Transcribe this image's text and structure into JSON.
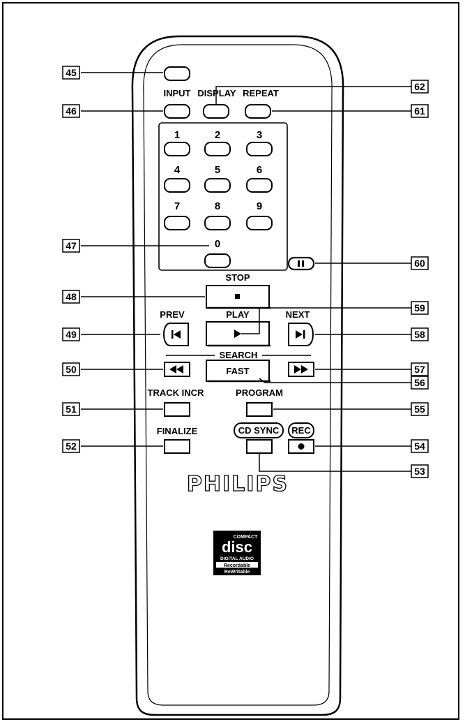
{
  "remote": {
    "labels": {
      "input": "INPUT",
      "display": "DISPLAY",
      "repeat": "REPEAT",
      "stop": "STOP",
      "prev": "PREV",
      "play": "PLAY",
      "next": "NEXT",
      "search": "SEARCH",
      "fast": "FAST",
      "track_incr": "TRACK INCR",
      "program": "PROGRAM",
      "finalize": "FINALIZE",
      "cd_sync": "CD SYNC",
      "rec": "REC"
    },
    "digits": [
      "1",
      "2",
      "3",
      "4",
      "5",
      "6",
      "7",
      "8",
      "9",
      "0"
    ],
    "brand": "PHILIPS",
    "logo": {
      "line1": "COMPACT",
      "line2": "disc",
      "line3": "DIGITAL AUDIO",
      "line4": "Recordable",
      "line5": "ReWritable"
    }
  },
  "callouts": {
    "c45": "45",
    "c46": "46",
    "c47": "47",
    "c48": "48",
    "c49": "49",
    "c50": "50",
    "c51": "51",
    "c52": "52",
    "c53": "53",
    "c54": "54",
    "c55": "55",
    "c56": "56",
    "c57": "57",
    "c58": "58",
    "c59": "59",
    "c60": "60",
    "c61": "61",
    "c62": "62"
  }
}
